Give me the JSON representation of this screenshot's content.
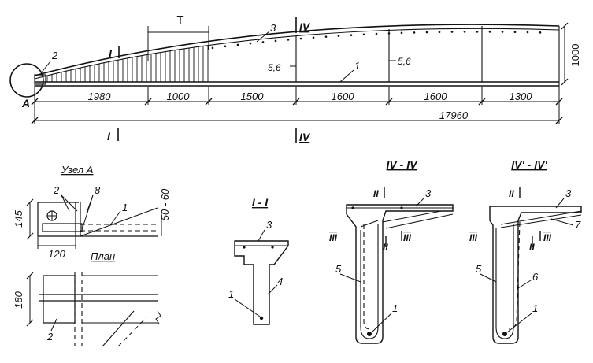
{
  "main_elevation": {
    "label_T": "T",
    "node_label": "A",
    "labels": {
      "m1": "1",
      "m2": "2",
      "m3": "3"
    },
    "section_marks": {
      "I": "I",
      "IV": "IV"
    },
    "spacing_labels": [
      "5,6",
      "5,6"
    ],
    "height_dim": "1000",
    "segments": [
      "1980",
      "1000",
      "1500",
      "1600",
      "1600",
      "1300"
    ],
    "total": "17960"
  },
  "node_a": {
    "title": "Узел А",
    "labels": {
      "l2": "2",
      "l8": "8",
      "l1": "1"
    },
    "dim_height": "145",
    "dim_gap": "50 - 60",
    "dim_width": "120"
  },
  "plan": {
    "title": "План",
    "label_2": "2",
    "dim_height": "180"
  },
  "section_I": {
    "title": "I - I",
    "labels": {
      "l3": "3",
      "l4": "4",
      "l1": "1"
    }
  },
  "section_IV": {
    "title": "IV - IV",
    "labels": {
      "l3": "3",
      "l5": "5",
      "l1": "1"
    },
    "marks": {
      "II": "II",
      "III": "III"
    }
  },
  "section_IVp": {
    "title": "IV' - IV'",
    "labels": {
      "l3": "3",
      "l5": "5",
      "l6": "6",
      "l7": "7",
      "l1": "1"
    },
    "marks": {
      "II": "II",
      "III": "III"
    }
  }
}
